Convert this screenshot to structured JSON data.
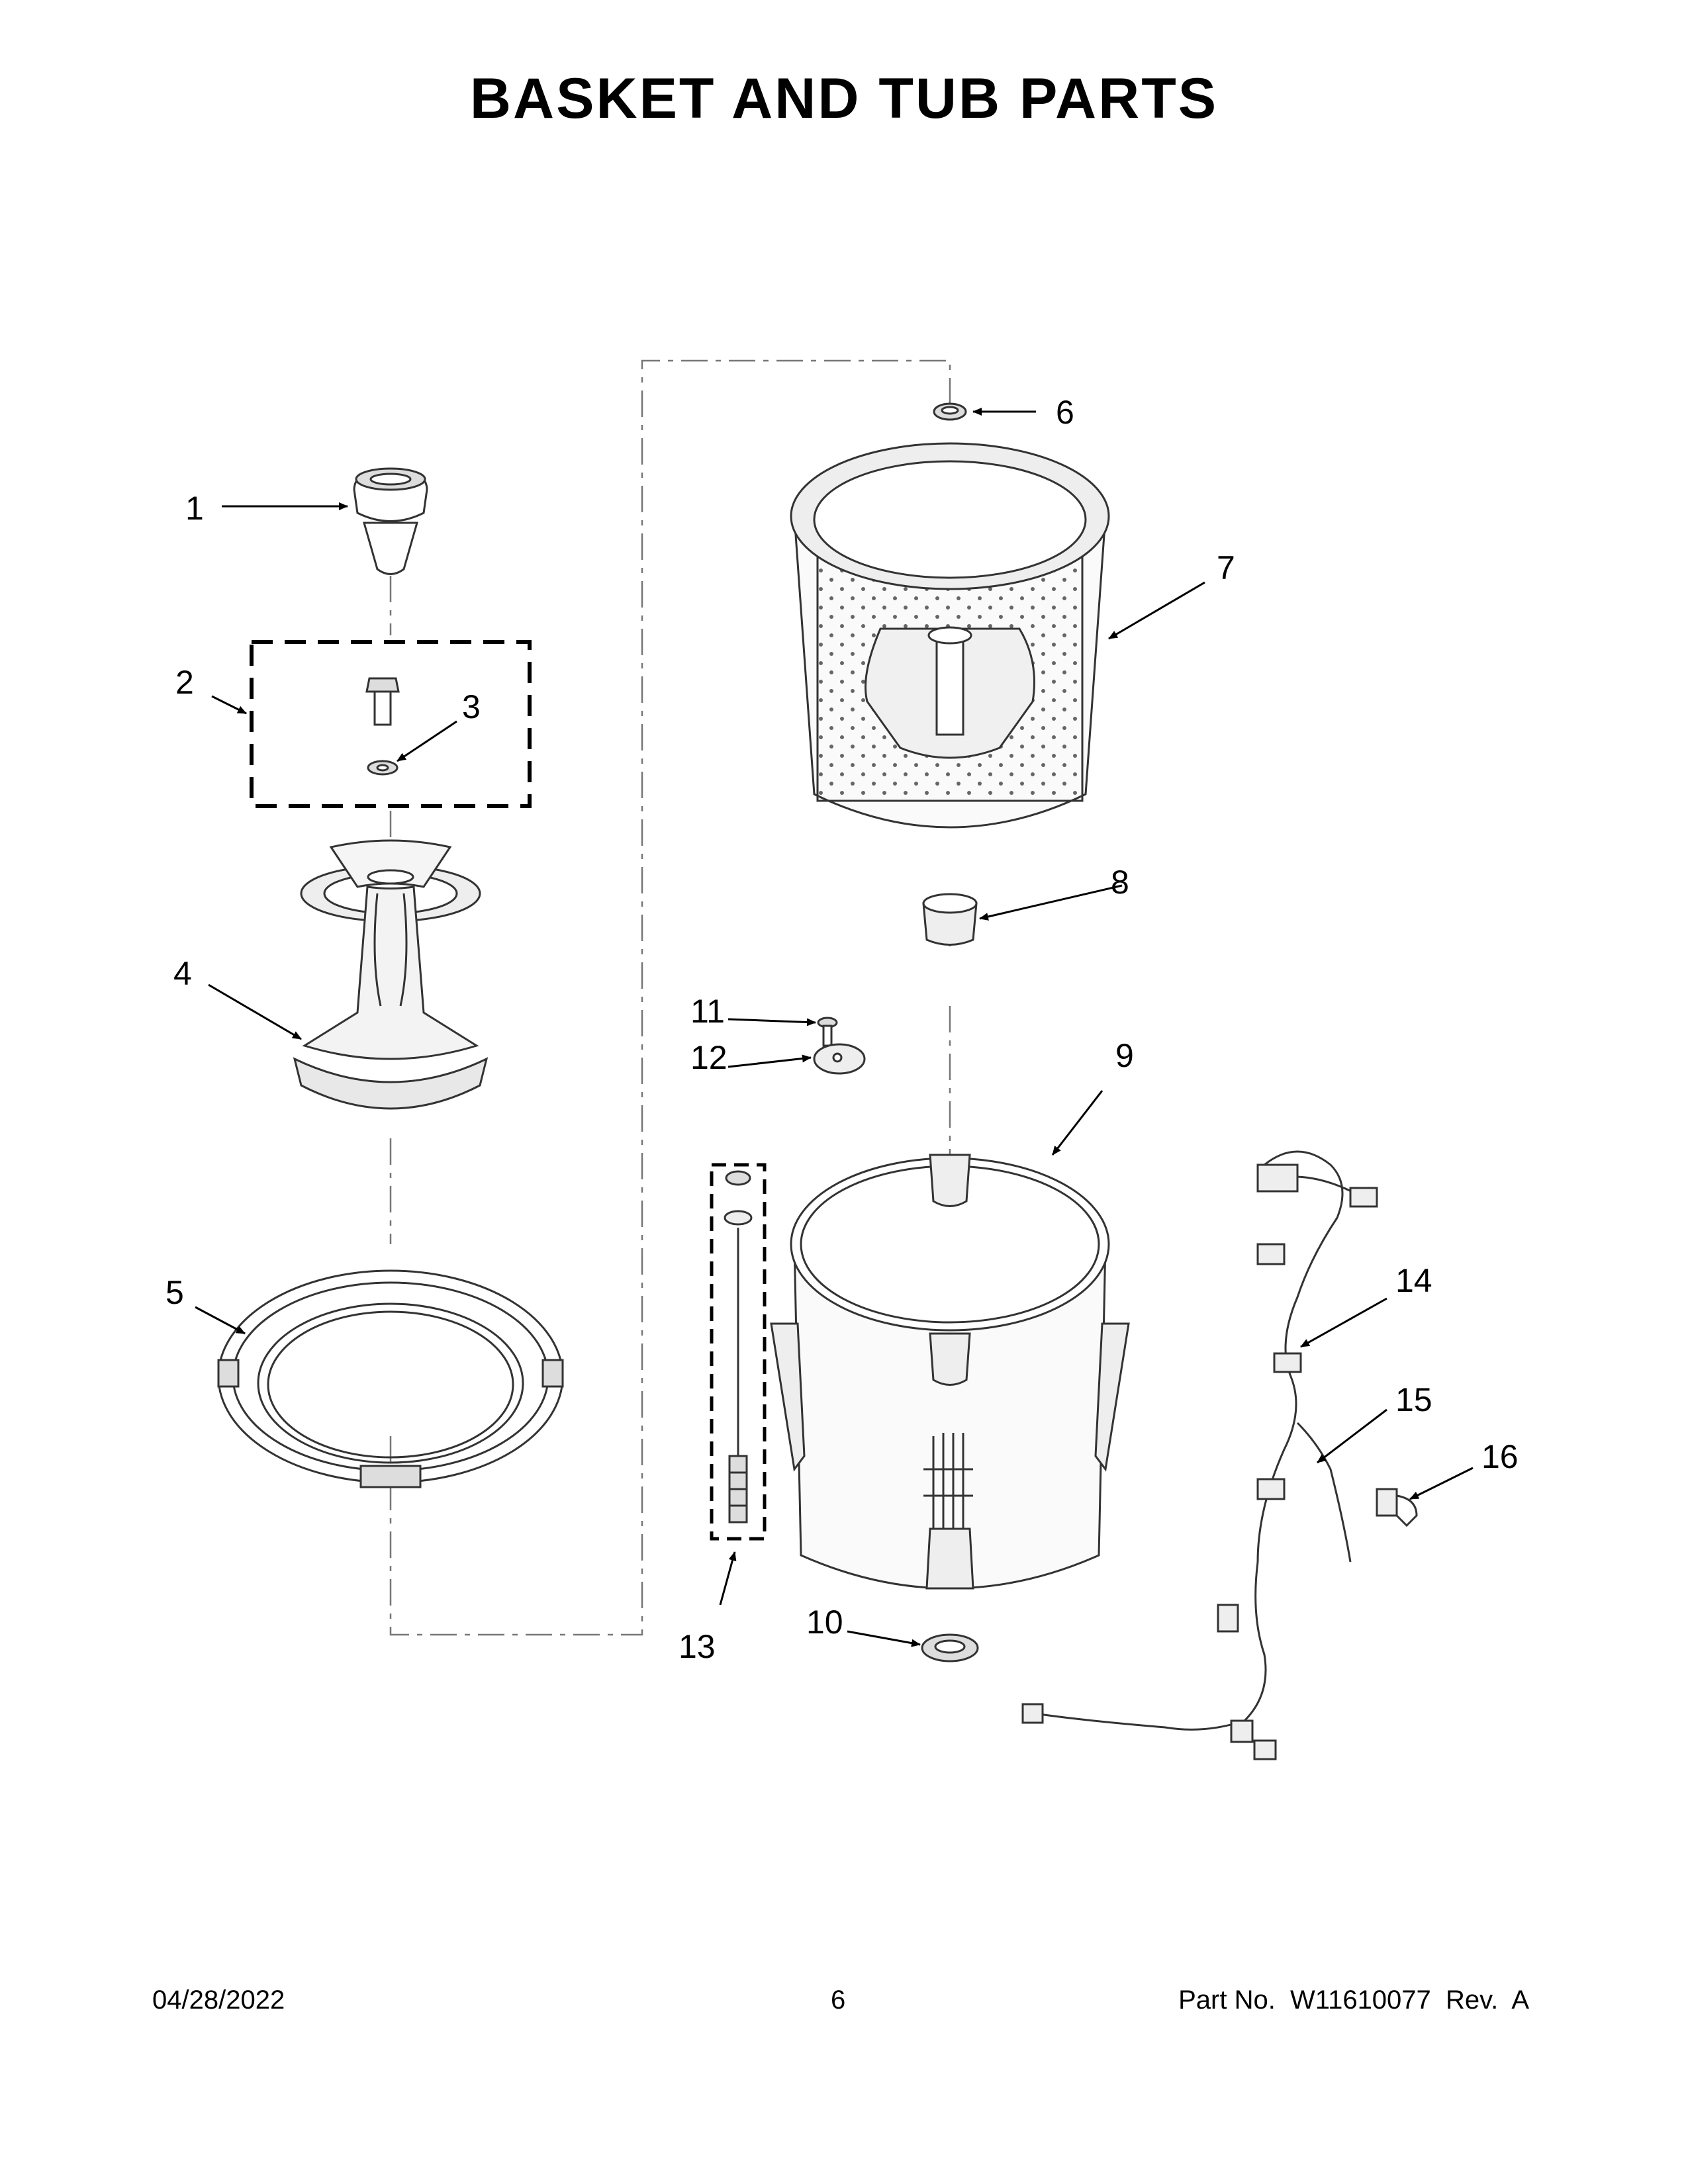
{
  "page": {
    "title": "BASKET AND TUB PARTS"
  },
  "callouts": [
    "1",
    "2",
    "3",
    "4",
    "5",
    "6",
    "7",
    "8",
    "9",
    "10",
    "11",
    "12",
    "13",
    "14",
    "15",
    "16"
  ],
  "footer": {
    "date": "04/28/2022",
    "page_number": "6",
    "part_info": "Part No.  W11610077  Rev.  A"
  }
}
